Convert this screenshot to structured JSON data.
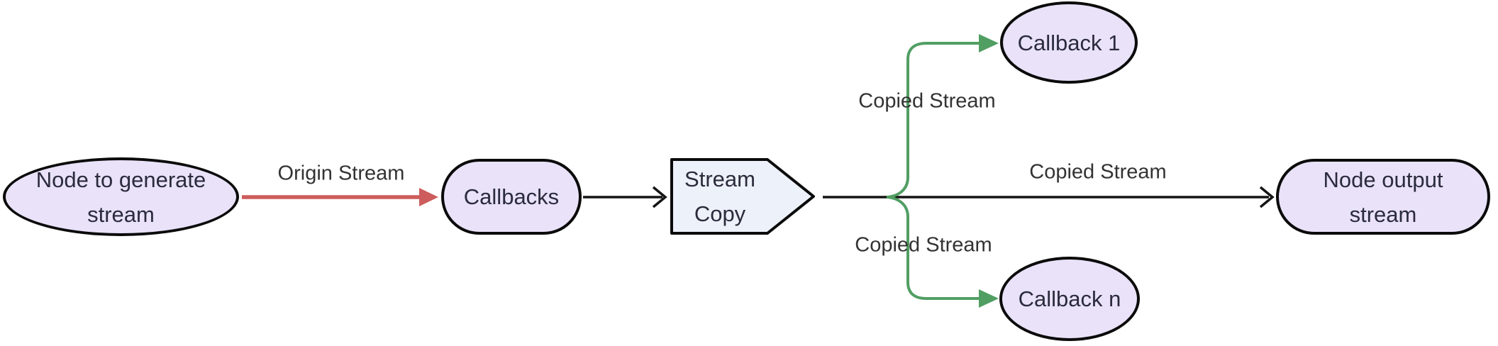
{
  "diagram": {
    "type": "flowchart",
    "direction": "left-to-right",
    "nodes": [
      {
        "id": "generate",
        "label": "Node to generate stream",
        "shape": "ellipse",
        "fill": "#E9E2F9"
      },
      {
        "id": "callbacks",
        "label": "Callbacks",
        "shape": "stadium",
        "fill": "#E9E2F9"
      },
      {
        "id": "stream-copy",
        "label": "Stream Copy",
        "shape": "arrow-pentagon",
        "fill": "#EDF1FA"
      },
      {
        "id": "callback-1",
        "label": "Callback 1",
        "shape": "ellipse",
        "fill": "#E9E2F9"
      },
      {
        "id": "callback-n",
        "label": "Callback n",
        "shape": "ellipse",
        "fill": "#E9E2F9"
      },
      {
        "id": "output",
        "label": "Node output stream",
        "shape": "stadium",
        "fill": "#E9E2F9"
      }
    ],
    "edges": [
      {
        "from": "generate",
        "to": "callbacks",
        "label": "Origin Stream",
        "color": "#CD5C5C",
        "arrowhead": "filled-triangle"
      },
      {
        "from": "callbacks",
        "to": "stream-copy",
        "label": "",
        "color": "#141414",
        "arrowhead": "open-chevron"
      },
      {
        "from": "stream-copy",
        "to": "callback-1",
        "label": "Copied Stream",
        "color": "#519E63",
        "arrowhead": "filled-triangle"
      },
      {
        "from": "stream-copy",
        "to": "output",
        "label": "Copied Stream",
        "color": "#141414",
        "arrowhead": "open-chevron"
      },
      {
        "from": "stream-copy",
        "to": "callback-n",
        "label": "Copied Stream",
        "color": "#519E63",
        "arrowhead": "filled-triangle"
      }
    ]
  },
  "colors": {
    "background": "#FFFFFF",
    "node_fill_purple": "#E9E2F9",
    "node_fill_blue": "#EDF1FA",
    "node_border": "#0B0B0B",
    "node_text": "#2B2B3C",
    "edge_label_text": "#333333",
    "edge_black": "#141414",
    "edge_red": "#CD5C5C",
    "edge_green": "#519E63"
  }
}
